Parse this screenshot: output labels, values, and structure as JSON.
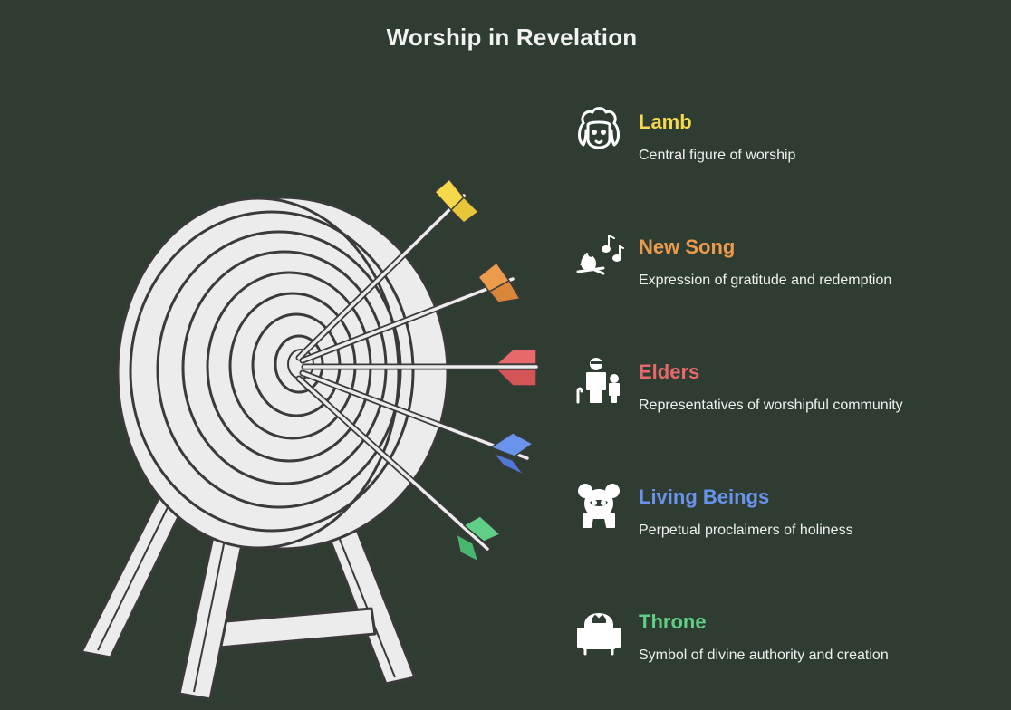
{
  "title": "Worship in Revelation",
  "items": [
    {
      "heading": "Lamb",
      "description": "Central figure of worship",
      "color": "#f5d94a",
      "icon": "sheep-icon"
    },
    {
      "heading": "New Song",
      "description": "Expression of gratitude and redemption",
      "color": "#ec9a4c",
      "icon": "music-fire-icon"
    },
    {
      "heading": "Elders",
      "description": "Representatives of worshipful community",
      "color": "#e7696b",
      "icon": "people-icon"
    },
    {
      "heading": "Living Beings",
      "description": "Perpetual proclaimers of holiness",
      "color": "#6a94ec",
      "icon": "creature-icon"
    },
    {
      "heading": "Throne",
      "description": "Symbol of divine authority and creation",
      "color": "#5fcf86",
      "icon": "throne-icon"
    }
  ],
  "colors": {
    "background": "#2f3c32",
    "target_fill": "#ececec",
    "outline": "#3a3a3a"
  }
}
